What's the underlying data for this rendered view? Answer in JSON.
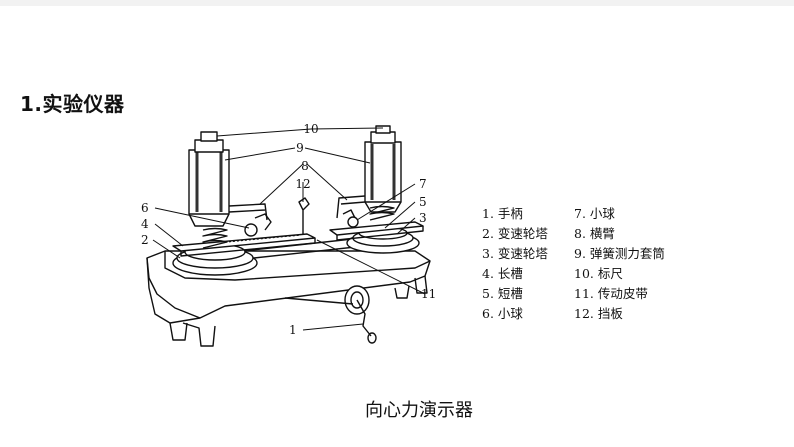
{
  "section_title": "1.实验仪器",
  "caption": "向心力演示器",
  "callouts": [
    "10",
    "9",
    "8",
    "12",
    "7",
    "6",
    "5",
    "4",
    "3",
    "2",
    "11",
    "1"
  ],
  "legend": [
    [
      "1. 手柄",
      "7. 小球"
    ],
    [
      "2. 变速轮塔",
      "8. 横臂"
    ],
    [
      "3. 变速轮塔",
      "9. 弹簧测力套筒"
    ],
    [
      "4. 长槽",
      "10. 标尺"
    ],
    [
      "5. 短槽",
      "11. 传动皮带"
    ],
    [
      "6. 小球",
      "12. 挡板"
    ]
  ]
}
